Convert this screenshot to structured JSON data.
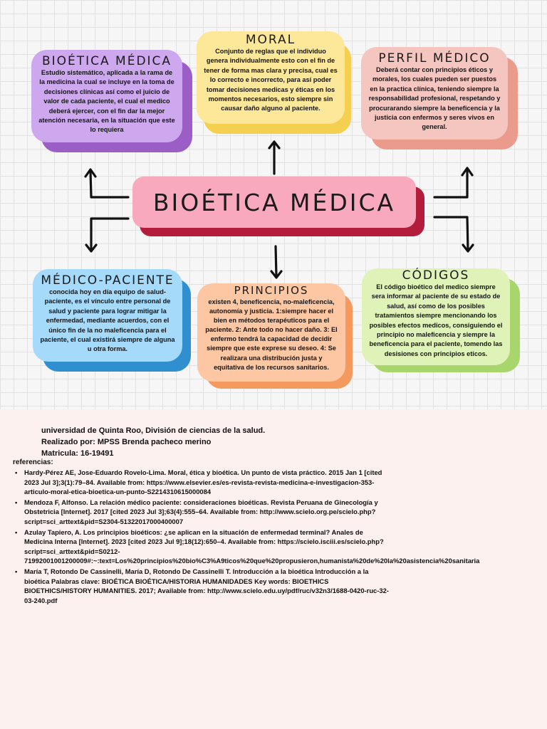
{
  "central": {
    "title": "BIOÉTICA MÉDICA"
  },
  "nodes": [
    {
      "id": "bioetica",
      "title": "BIOÉTICA MÉDICA",
      "text": "Estudio sistemático, aplicada a la rama de la medicina la cual se incluye en la toma de decisiones clínicas así como el juicio de valor de cada paciente, el cual el medico deberá ejercer, con el fin dar la mejor atención necesaria, en la situación que este lo requiera",
      "color": "#cda8ef",
      "shadow": "#9b5ec7"
    },
    {
      "id": "moral",
      "title": "MORAL",
      "text": "Conjunto de reglas que el individuo genera individualmente esto con el fin de tener de forma mas clara y precisa, cual es lo correcto e incorrecto, para así poder tomar decisiones medicas y éticas en los momentos necesarios, esto siempre  sin causar daño alguno al paciente.",
      "color": "#fde799",
      "shadow": "#f5cf4f"
    },
    {
      "id": "perfil",
      "title": "PERFIL MÉDICO",
      "text": "Deberá contar con principios éticos y morales, los cuales pueden ser puestos en la practica clínica, teniendo siempre la responsabilidad profesional, respetando y procurarando siempre la beneficencia y la justicia con enfermos y seres vivos en general.",
      "color": "#f5c6c0",
      "shadow": "#ea9b8c"
    },
    {
      "id": "medico-paciente",
      "title": "MÉDICO-PACIENTE",
      "text": "conocida hoy en día equipo de salud-paciente,  es el vínculo entre personal de salud y paciente para lograr mitigar la enfermedad, mediante acuerdos, con el único fin de la no maleficencia para el paciente, el cual existirá siempre de alguna u otra forma.",
      "color": "#a5dafa",
      "shadow": "#2f8fcf"
    },
    {
      "id": "principios",
      "title": "PRINCIPIOS",
      "text": "existen 4, beneficencia, no-maleficencia, autonomía y justicia. 1:siempre hacer el bien en métodos terapéuticos para el paciente. 2: Ante todo no hacer daño. 3: El enfermo tendrá la capacidad de decidir siempre que este exprese su deseo. 4: Se realizara una distribución justa y equitativa de los recursos sanitarios.",
      "color": "#fcc7a2",
      "shadow": "#f49a5e"
    },
    {
      "id": "codigos",
      "title": "CÓDIGOS",
      "text": "El código bioético del medico siempre sera informar al paciente de su estado de salud, así como de los posibles tratamientos siempre mencionando los posibles efectos medicos, consiguiendo el principio no maleficencia y siempre la beneficencia para el paciente, tomendo las desisiones con principios eticos.",
      "color": "#dff3b8",
      "shadow": "#a9d66c"
    }
  ],
  "central_colors": {
    "face": "#f9a9be",
    "shadow": "#b31c3b"
  },
  "credits": {
    "line1": "universidad de Quinta Roo, División de ciencias de la salud.",
    "line2": "Realizado por: MPSS Brenda pacheco merino",
    "line3": "Matricula: 16-19491"
  },
  "references": {
    "heading": "referencias:",
    "items": [
      "Hardy-Pérez AE, Jose-Eduardo Rovelo-Lima. Moral, ética y bioética. Un punto de vista práctico. 2015 Jan 1 [cited 2023 Jul 3];3(1):79–84. Available from: https://www.elsevier.es/es-revista-revista-medicina-e-investigacion-353-articulo-moral-etica-bioetica-un-punto-S2214310615000084",
      "Mendoza F, Alfonso. La relación médico paciente: consideraciones bioéticas. Revista Peruana de Ginecología y Obstetricia [Internet]. 2017 [cited 2023 Jul 3];63(4):555–64. Available from: http://www.scielo.org.pe/scielo.php?script=sci_arttext&pid=S2304-51322017000400007",
      "Azulay Tapiero, A. Los principios bioéticos: ¿se aplican en la situación de enfermedad terminal? Anales de Medicina Interna [Internet]. 2023 [cited 2023 Jul 9];18(12):650–4. Available from: https://scielo.isciii.es/scielo.php?script=sci_arttext&pid=S0212-71992001001200009#:~:text=Los%20principios%20bio%C3%A9ticos%20que%20propusieron,humanista%20de%20la%20asistencia%20sanitaria",
      "María T, Rotondo De Cassinelli, María D, Rotondo De Cassinelli T. Introducción a la bioética Introducción a la bioética Palabras clave: BIOÉTICA BIOÉTICA/HISTORIA HUMANIDADES Key words: BIOETHICS BIOETHICS/HISTORY HUMANITIES. 2017; Available from: http://www.scielo.edu.uy/pdf/ruc/v32n3/1688-0420-ruc-32-03-240.pdf"
    ]
  }
}
